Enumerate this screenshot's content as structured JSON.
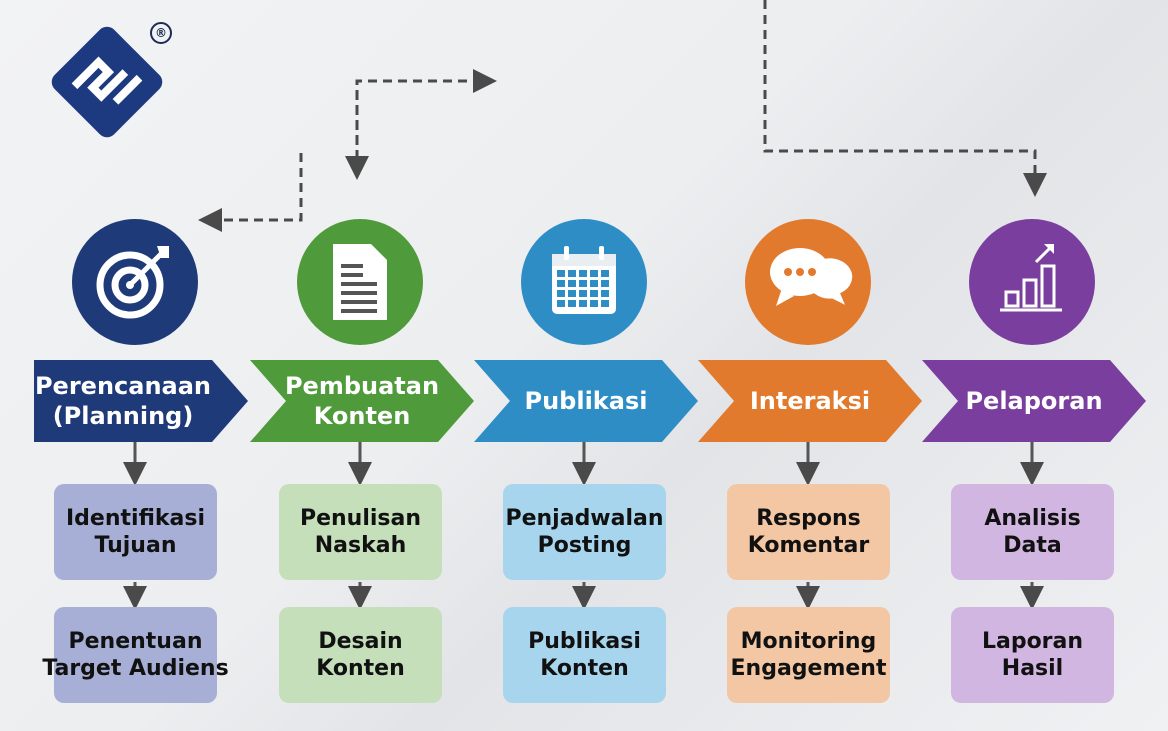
{
  "logo": {
    "text": "registered-logo",
    "registered_mark": "®"
  },
  "colors": {
    "stage": [
      "#1f3a78",
      "#4f9a3b",
      "#2f8dc6",
      "#e27a2e",
      "#7a3f9e"
    ],
    "box": [
      "#a7afd7",
      "#c4dfb9",
      "#a8d5ee",
      "#f3c6a4",
      "#d2b6e2"
    ]
  },
  "stages": [
    {
      "title": "Perencanaan (Planning)",
      "line1": "Perencanaan",
      "line2": "(Planning)",
      "icon": "target-icon",
      "steps": [
        {
          "l1": "Identifikasi",
          "l2": "Tujuan"
        },
        {
          "l1": "Penentuan",
          "l2": "Target Audiens"
        }
      ]
    },
    {
      "title": "Pembuatan Konten",
      "line1": "Pembuatan",
      "line2": "Konten",
      "icon": "document-icon",
      "steps": [
        {
          "l1": "Penulisan",
          "l2": "Naskah"
        },
        {
          "l1": "Desain",
          "l2": "Konten"
        }
      ]
    },
    {
      "title": "Publikasi",
      "line1": "Publikasi",
      "line2": "",
      "icon": "calendar-icon",
      "steps": [
        {
          "l1": "Penjadwalan",
          "l2": "Posting"
        },
        {
          "l1": "Publikasi",
          "l2": "Konten"
        }
      ]
    },
    {
      "title": "Interaksi",
      "line1": "Interaksi",
      "line2": "",
      "icon": "chat-icon",
      "steps": [
        {
          "l1": "Respons",
          "l2": "Komentar"
        },
        {
          "l1": "Monitoring",
          "l2": "Engagement"
        }
      ]
    },
    {
      "title": "Pelaporan",
      "line1": "Pelaporan",
      "line2": "",
      "icon": "bar-chart-icon",
      "steps": [
        {
          "l1": "Analisis",
          "l2": "Data"
        },
        {
          "l1": "Laporan",
          "l2": "Hasil"
        }
      ]
    }
  ]
}
